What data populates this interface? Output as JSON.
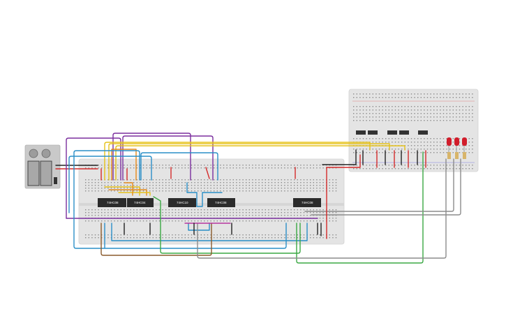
{
  "chips": [
    {
      "label": "74HC08"
    },
    {
      "label": "74HC04"
    },
    {
      "label": "74HC10"
    },
    {
      "label": "74HC08"
    },
    {
      "label": "74HC08"
    }
  ],
  "colors": {
    "background": "#ffffff",
    "breadboard": "#e4e4e4",
    "chip": "#2b2b2b",
    "wire_purple": "#7b2f9e",
    "wire_yellow": "#e5c21a",
    "wire_orange": "#e58a1a",
    "wire_blue": "#2a8fc7",
    "wire_green": "#3aa843",
    "wire_gray": "#8c8c8c",
    "wire_red": "#d42a2a",
    "wire_black": "#222222",
    "wire_brown": "#8a5a2b",
    "led": "#d11d2b",
    "battery": "#d4d4d4"
  },
  "leds": [
    {
      "name": "led-1"
    },
    {
      "name": "led-2"
    },
    {
      "name": "led-3"
    }
  ],
  "power": {
    "terminals": 2
  }
}
